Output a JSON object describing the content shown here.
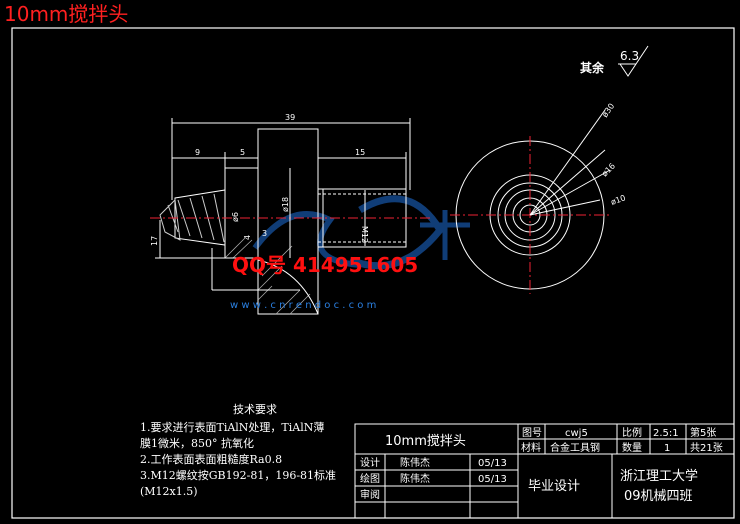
{
  "header": {
    "title": "10mm搅拌头"
  },
  "watermark": {
    "qq": "QQ号 414951605",
    "site": "w w w . c n r e n d o c . c o m"
  },
  "roughness": {
    "label": "其余",
    "value": "6.3"
  },
  "dimensions": {
    "total_length": "39",
    "d9": "9",
    "d5": "5",
    "d15": "15",
    "d18": "ø18",
    "m12": "M12",
    "d6": "ø6",
    "d4": "4",
    "d17": "17",
    "d3": "3",
    "d30": "ø30",
    "d16": "ø16",
    "d10": "ø10"
  },
  "tech_requirements": {
    "heading": "技术要求",
    "lines": [
      "1.要求进行表面TiAlN处理，TiAlN薄",
      "膜1微米，850° 抗氧化",
      "2.工作表面表面粗糙度Ra0.8",
      "3.M12螺纹按GB192-81，196-81标准",
      "(M12x1.5)"
    ]
  },
  "title_block": {
    "part_name": "10mm搅拌头",
    "drawing_no_label": "图号",
    "drawing_no": "cwj5",
    "scale_label": "比例",
    "scale": "2.5:1",
    "sheet": "第5张",
    "material_label": "材料",
    "material": "合金工具钢",
    "qty_label": "数量",
    "qty": "1",
    "total_sheets": "共21张",
    "design_label": "设计",
    "designer": "陈伟杰",
    "design_date": "05/13",
    "draw_label": "绘图",
    "drafter": "陈伟杰",
    "draw_date": "05/13",
    "review_label": "审阅",
    "project": "毕业设计",
    "school": "浙江理工大学",
    "class": "09机械四班"
  }
}
